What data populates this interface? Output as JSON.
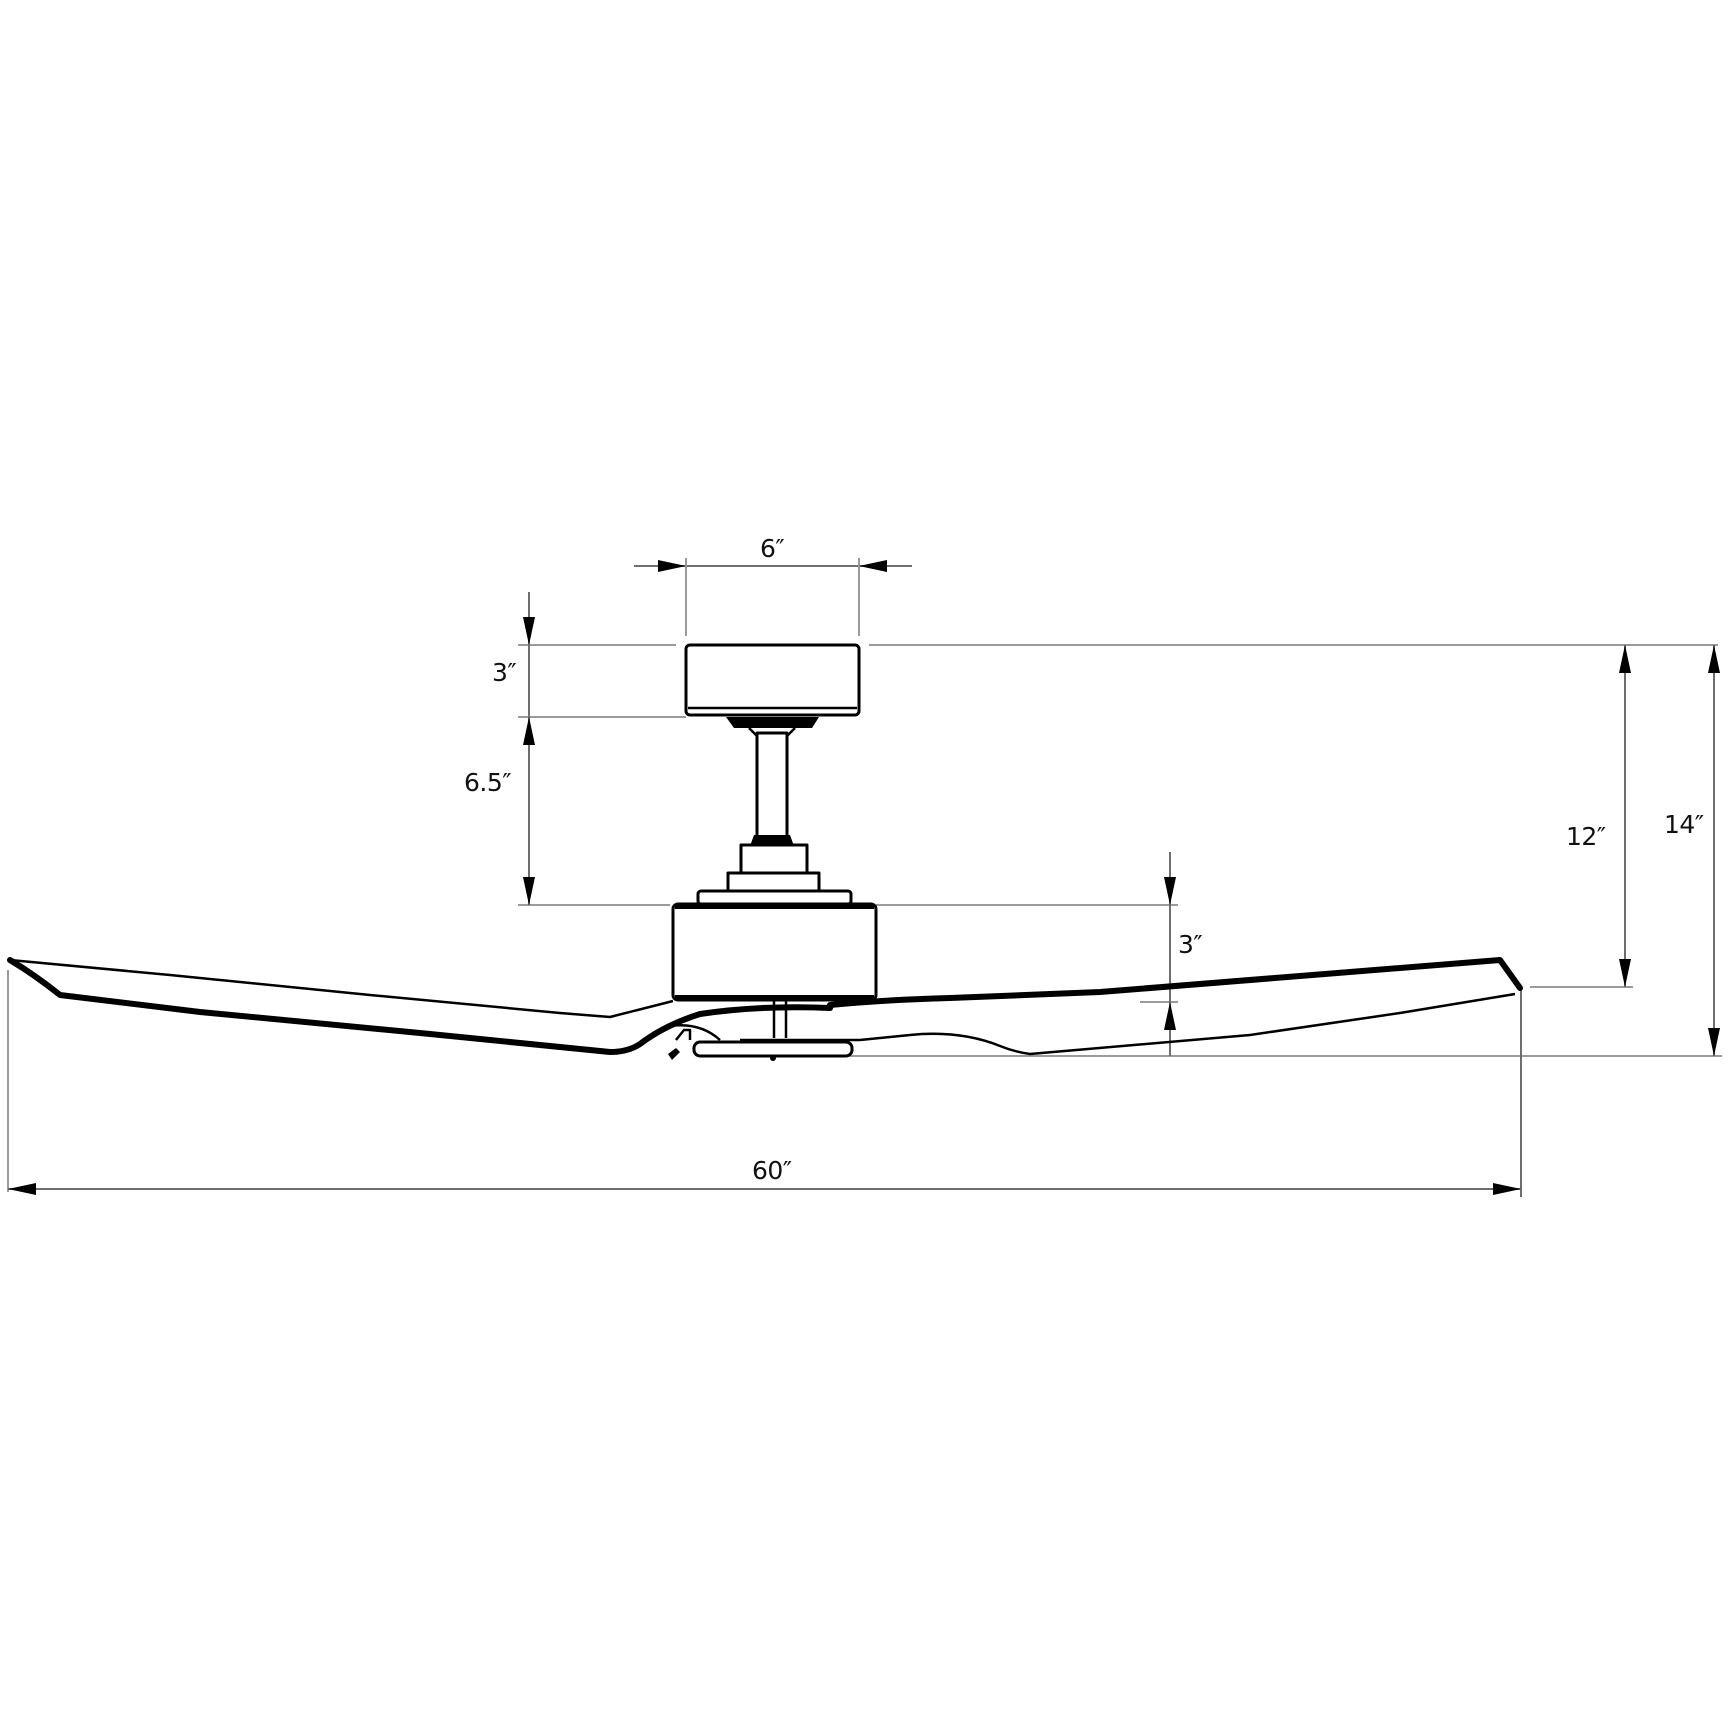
{
  "diagram": {
    "title": "Ceiling fan side-view dimension drawing",
    "colors": {
      "outline": "#000000",
      "dimension_line": "#6e6e6e",
      "extension_line": "#9a9a9a",
      "background": "#ffffff"
    },
    "components": [
      "canopy",
      "downrod",
      "motor-housing",
      "blade-left",
      "blade-right",
      "light-kit-cap"
    ],
    "dimensions": {
      "canopy_width": "6″",
      "canopy_height": "3″",
      "downrod_length": "6.5″",
      "motor_height": "3″",
      "ceiling_to_blade_tip": "12″",
      "overall_height": "14″",
      "blade_span": "60″"
    }
  }
}
